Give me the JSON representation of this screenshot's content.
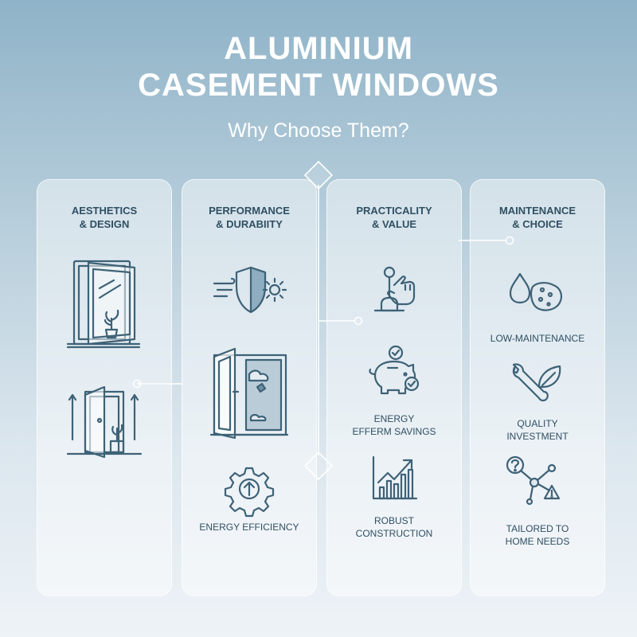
{
  "header": {
    "title_line1": "ALUMINIUM",
    "title_line2": "CASEMENT WINDOWS",
    "subtitle": "Why Choose Them?"
  },
  "columns": [
    {
      "title_line1": "AESTHETICS",
      "title_line2": "& DESIGN",
      "items": [
        {
          "icon": "open-window-plant-icon"
        },
        {
          "icon": "door-arrows-icon"
        }
      ]
    },
    {
      "title_line1": "PERFORMANCE",
      "title_line2": "& DURABIITY",
      "items": [
        {
          "icon": "weather-shield-icon"
        },
        {
          "icon": "window-view-icon"
        },
        {
          "icon": "gear-arrow-icon",
          "label": "ENERGY EFFICIENCY"
        }
      ]
    },
    {
      "title_line1": "PRACTICALITY",
      "title_line2": "& VALUE",
      "items": [
        {
          "icon": "hand-control-icon"
        },
        {
          "icon": "piggy-bank-icon",
          "label_line1": "ENERGY",
          "label_line2": "EFFERM SAVINGS"
        },
        {
          "icon": "growth-chart-icon",
          "label_line1": "ROBUST",
          "label_line2": "CONSTRUCTION"
        }
      ]
    },
    {
      "title_line1": "MAINTENANCE",
      "title_line2": "& CHOICE",
      "items": [
        {
          "icon": "sponge-drop-icon",
          "label": "LOW-MAINTENANCE"
        },
        {
          "icon": "wrench-leaf-icon",
          "label_line1": "QUALITY",
          "label_line2": "INVESTMENT"
        },
        {
          "icon": "network-question-icon",
          "label_line1": "TAILORED TO",
          "label_line2": "HOME NEEDS"
        }
      ]
    }
  ],
  "colors": {
    "text": "#2f4f63",
    "icon_stroke": "#3e6277",
    "connector": "#ffffff"
  }
}
